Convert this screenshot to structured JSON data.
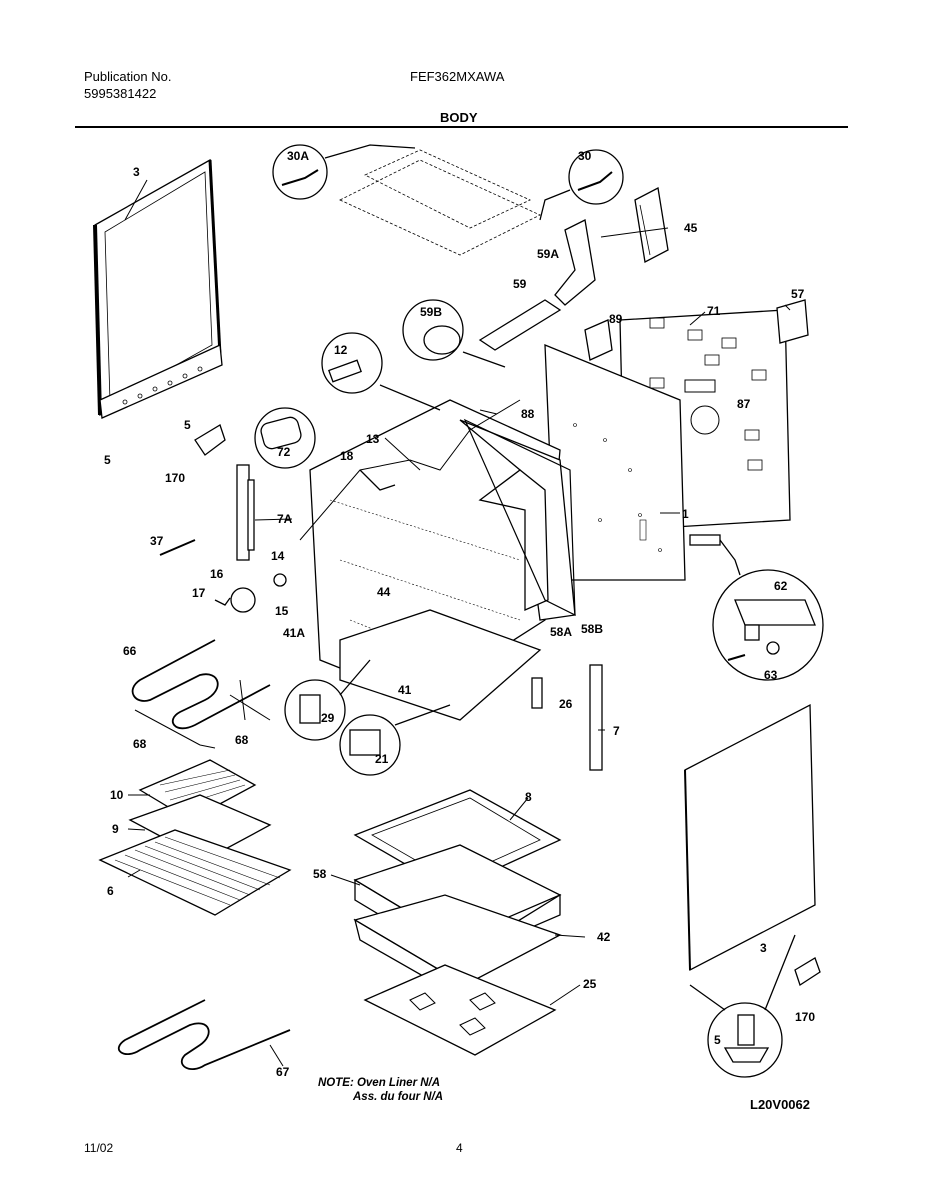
{
  "header": {
    "publication_label": "Publication No.",
    "publication_number": "5995381422",
    "model": "FEF362MXAWA",
    "section": "BODY"
  },
  "parts": [
    {
      "id": "p3a",
      "label": "3"
    },
    {
      "id": "p30a",
      "label": "30A"
    },
    {
      "id": "p30",
      "label": "30"
    },
    {
      "id": "p45",
      "label": "45"
    },
    {
      "id": "p59a",
      "label": "59A"
    },
    {
      "id": "p57",
      "label": "57"
    },
    {
      "id": "p59b",
      "label": "59B"
    },
    {
      "id": "p59",
      "label": "59"
    },
    {
      "id": "p89",
      "label": "89"
    },
    {
      "id": "p71",
      "label": "71"
    },
    {
      "id": "p12",
      "label": "12"
    },
    {
      "id": "p87",
      "label": "87"
    },
    {
      "id": "p88",
      "label": "88"
    },
    {
      "id": "p5a",
      "label": "5"
    },
    {
      "id": "p72",
      "label": "72"
    },
    {
      "id": "p13",
      "label": "13"
    },
    {
      "id": "p5b",
      "label": "5"
    },
    {
      "id": "p18",
      "label": "18"
    },
    {
      "id": "p170a",
      "label": "170"
    },
    {
      "id": "p7a",
      "label": "7A"
    },
    {
      "id": "p1",
      "label": "1"
    },
    {
      "id": "p37",
      "label": "37"
    },
    {
      "id": "p14",
      "label": "14"
    },
    {
      "id": "p16",
      "label": "16"
    },
    {
      "id": "p44",
      "label": "44"
    },
    {
      "id": "p17",
      "label": "17"
    },
    {
      "id": "p15",
      "label": "15"
    },
    {
      "id": "p62",
      "label": "62"
    },
    {
      "id": "p41a",
      "label": "41A"
    },
    {
      "id": "p58a",
      "label": "58A"
    },
    {
      "id": "p58b",
      "label": "58B"
    },
    {
      "id": "p66",
      "label": "66"
    },
    {
      "id": "p63",
      "label": "63"
    },
    {
      "id": "p41",
      "label": "41"
    },
    {
      "id": "p29",
      "label": "29"
    },
    {
      "id": "p26",
      "label": "26"
    },
    {
      "id": "p68a",
      "label": "68"
    },
    {
      "id": "p68b",
      "label": "68"
    },
    {
      "id": "p7",
      "label": "7"
    },
    {
      "id": "p21",
      "label": "21"
    },
    {
      "id": "p10",
      "label": "10"
    },
    {
      "id": "p8",
      "label": "8"
    },
    {
      "id": "p9",
      "label": "9"
    },
    {
      "id": "p6",
      "label": "6"
    },
    {
      "id": "p58",
      "label": "58"
    },
    {
      "id": "p42",
      "label": "42"
    },
    {
      "id": "p3b",
      "label": "3"
    },
    {
      "id": "p25",
      "label": "25"
    },
    {
      "id": "p170b",
      "label": "170"
    },
    {
      "id": "p5c",
      "label": "5"
    },
    {
      "id": "p67",
      "label": "67"
    }
  ],
  "note": {
    "line1": "NOTE: Oven Liner N/A",
    "line2": "Ass. du four N/A"
  },
  "diagram_code": "L20V0062",
  "footer": {
    "date": "11/02",
    "page": "4"
  }
}
